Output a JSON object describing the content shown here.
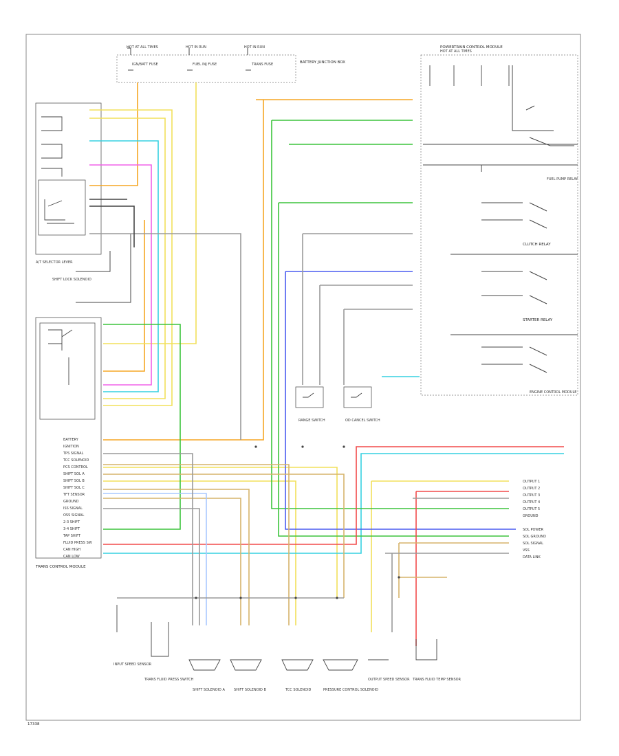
{
  "diagram": {
    "footer_code": "17338",
    "fuse_labels": [
      "HOT AT ALL TIMES",
      "HOT IN RUN",
      "HOT IN RUN"
    ],
    "fuse_names": [
      "IGN/BATT FUSE",
      "FUEL INJ FUSE",
      "TRANS FUSE"
    ],
    "modules": {
      "tcm": "TRANS CONTROL MODULE",
      "pcm": "POWERTRAIN CONTROL MODULE",
      "ecm": "ENGINE CONTROL MODULE",
      "relay": "BATTERY JUNCTION BOX"
    },
    "tcm_pins": [
      "BATTERY",
      "IGNITION",
      "TPS SIGNAL",
      "TCC SOLENOID",
      "PCS CONTROL",
      "SHIFT SOL A",
      "SHIFT SOL B",
      "SHIFT SOL C",
      "TFT SENSOR",
      "GROUND",
      "ISS SIGNAL",
      "OSS SIGNAL",
      "2-3 SHIFT",
      "3-4 SHIFT",
      "TAP SHIFT",
      "FLUID PRESS SW",
      "CAN HIGH",
      "CAN LOW"
    ],
    "right_outputs": [
      "OUTPUT 1",
      "OUTPUT 2",
      "OUTPUT 3",
      "OUTPUT 4",
      "OUTPUT 5",
      "GROUND"
    ],
    "right_inputs": [
      "SOL POWER",
      "SOL GROUND",
      "SOL SIGNAL",
      "VSS",
      "DATA LINK"
    ],
    "relay_labels": [
      "FUEL PUMP RELAY",
      "CLUTCH RELAY",
      "STARTER RELAY"
    ],
    "bottom_components": [
      "INPUT SPEED SENSOR",
      "TRANS FLUID PRESS SWITCH",
      "SHIFT SOLENOID A",
      "SHIFT SOLENOID B",
      "TCC SOLENOID",
      "PRESSURE CONTROL SOLENOID",
      "OUTPUT SPEED SENSOR",
      "TRANS FLUID TEMP SENSOR"
    ],
    "mid_components": [
      "RANGE SWITCH",
      "OD CANCEL SWITCH"
    ],
    "left_components": [
      "A/T SELECTOR LEVER",
      "SHIFT LOCK SOLENOID"
    ],
    "wire_colors": {
      "orange": "#f5a623",
      "yellow": "#f2e05a",
      "cyan": "#35d0e0",
      "magenta": "#f060e8",
      "green": "#3cc43c",
      "blue": "#4a5cf0",
      "red": "#f24a4a",
      "tan": "#d6b46a",
      "lightblue": "#a9c8ff",
      "black": "#444444",
      "gray": "#9a9a9a"
    }
  }
}
